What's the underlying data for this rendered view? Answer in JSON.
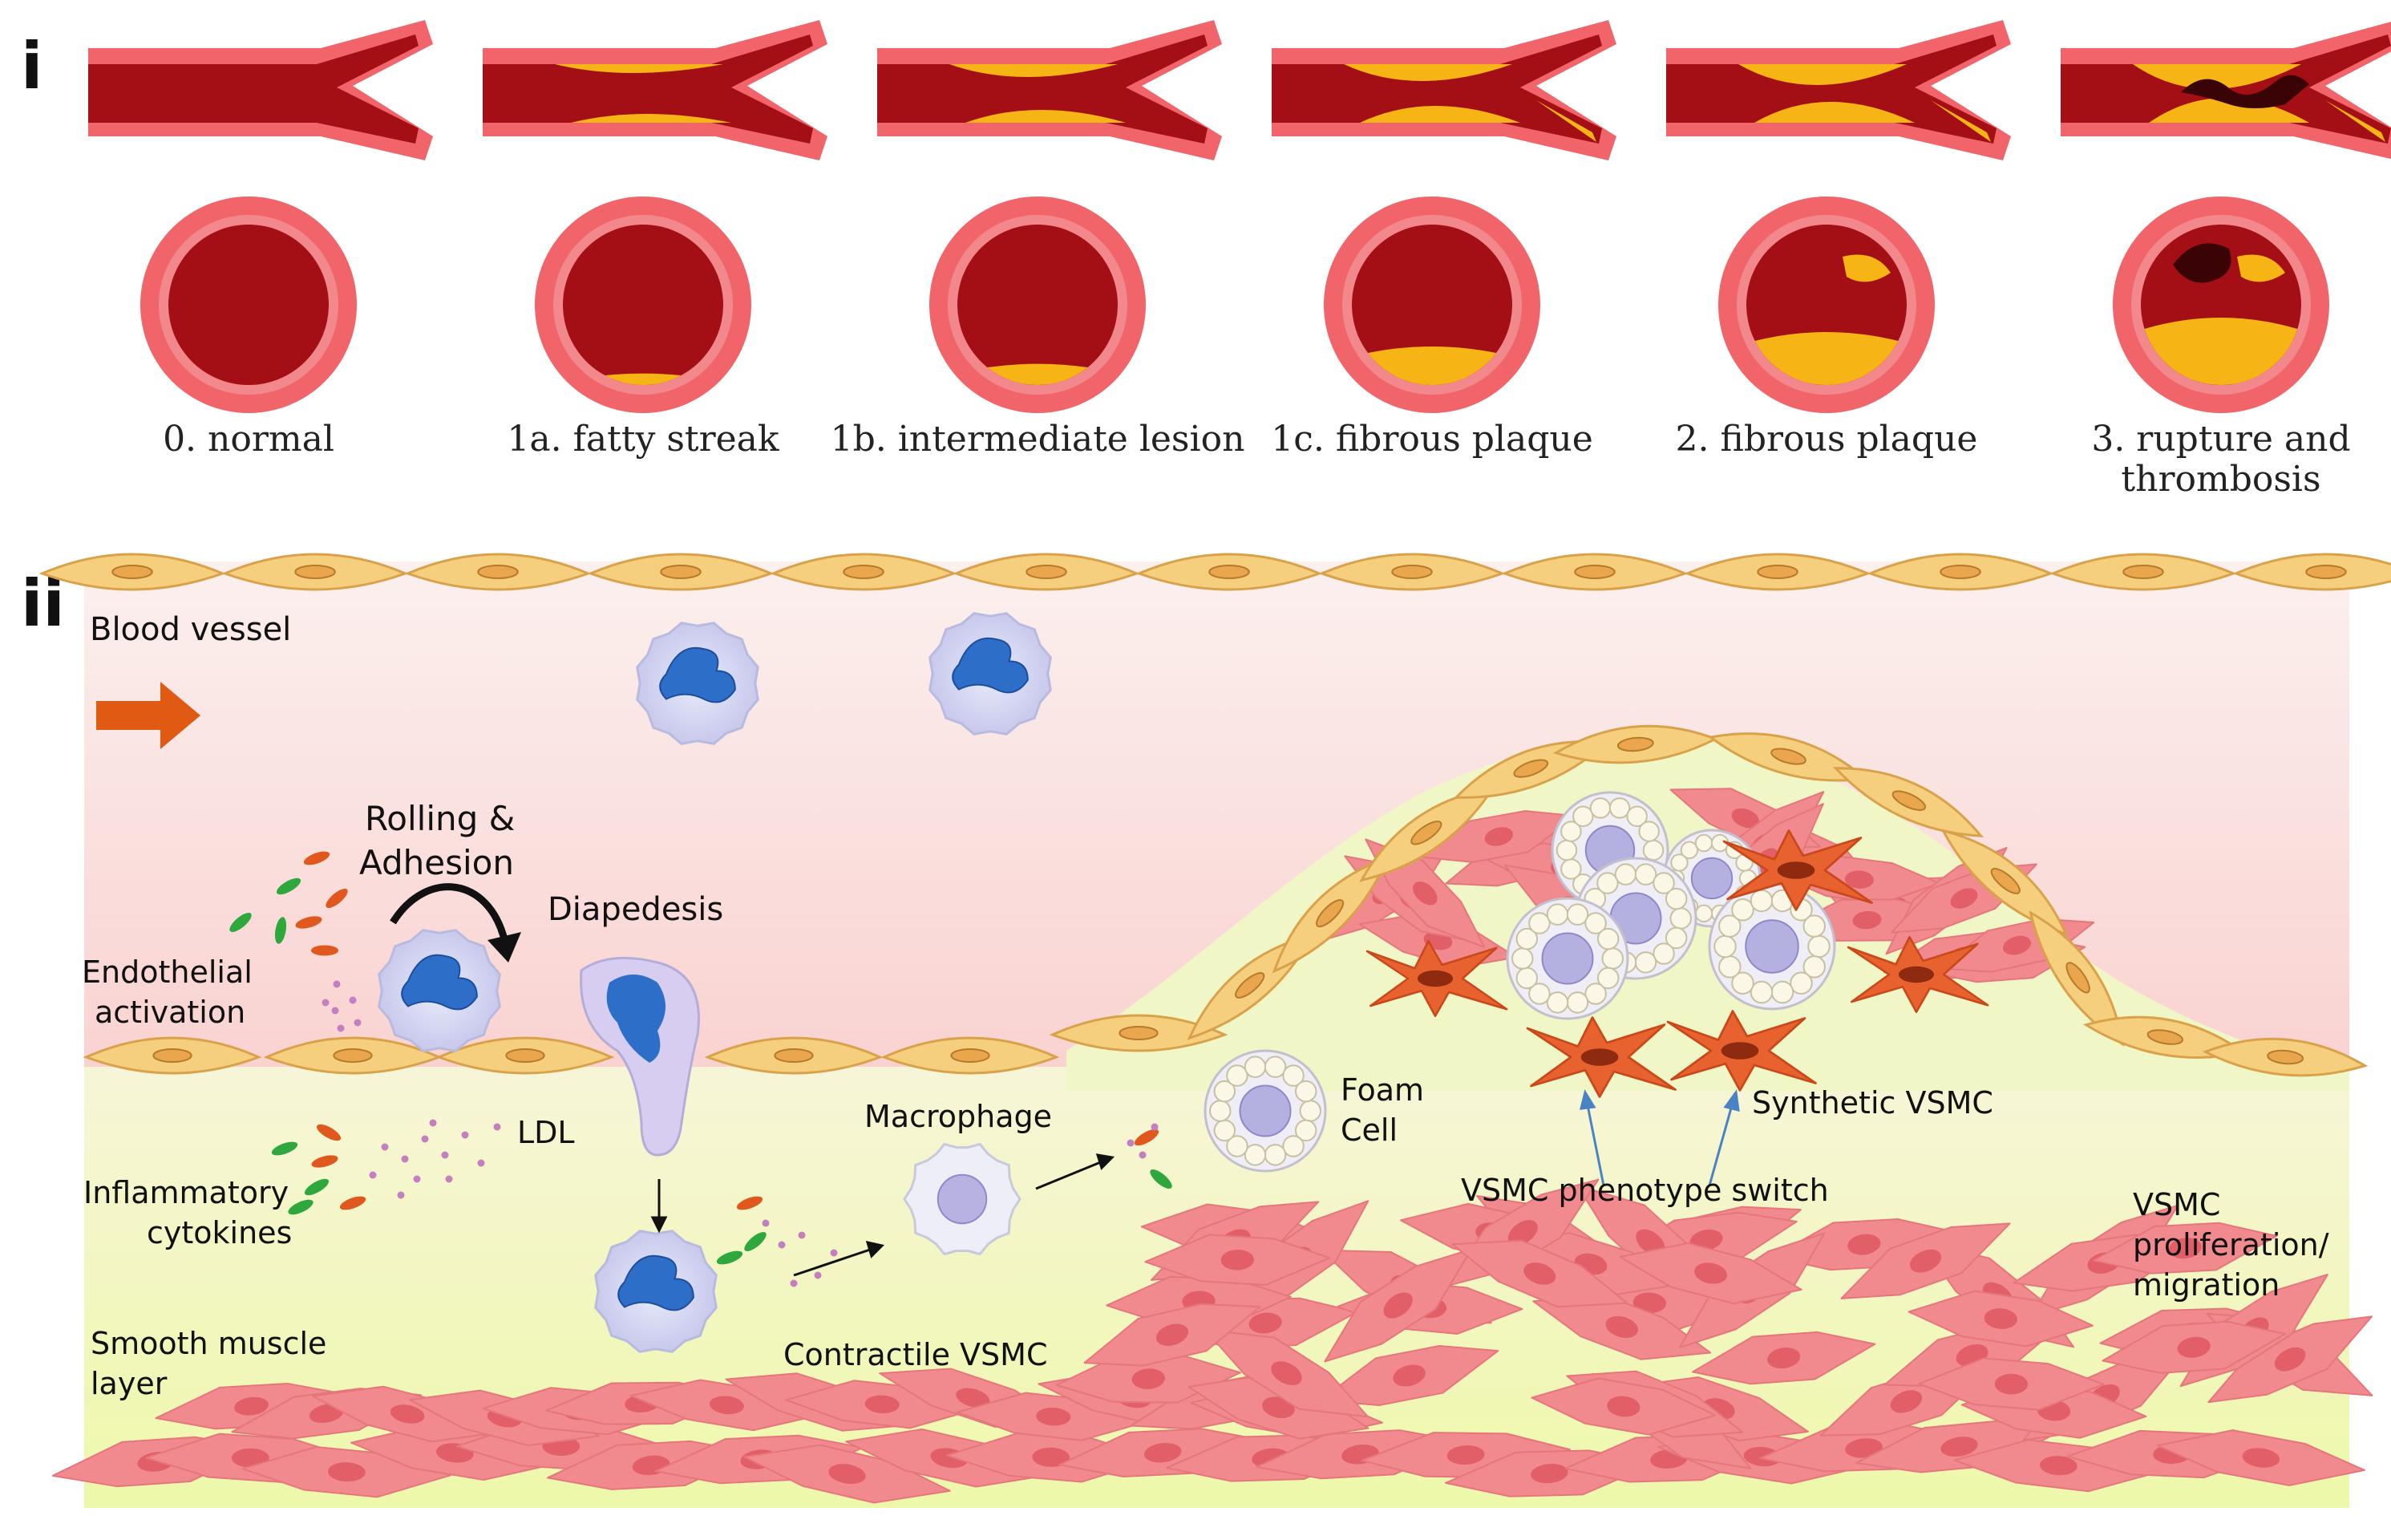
{
  "panel_i": {
    "label": "i",
    "stages": [
      {
        "label_lines": [
          "0. normal"
        ],
        "plaque": 0
      },
      {
        "label_lines": [
          "1a. fatty streak"
        ],
        "plaque": 1
      },
      {
        "label_lines": [
          "1b. intermediate lesion"
        ],
        "plaque": 2
      },
      {
        "label_lines": [
          "1c. fibrous plaque"
        ],
        "plaque": 3
      },
      {
        "label_lines": [
          "2. fibrous plaque"
        ],
        "plaque": 4
      },
      {
        "label_lines": [
          "3. rupture and",
          "thrombosis"
        ],
        "plaque": 5
      }
    ]
  },
  "panel_ii": {
    "label": "ii",
    "labels": {
      "blood_vessel": "Blood vessel",
      "rolling_1": "Rolling &",
      "rolling_2": "Adhesion",
      "diapedesis": "Diapedesis",
      "endothelial_1": "Endothelial",
      "endothelial_2": "activation",
      "ldl": "LDL",
      "inflammatory_1": "Inflammatory",
      "inflammatory_2": "cytokines",
      "macrophage": "Macrophage",
      "foam_1": "Foam",
      "foam_2": "Cell",
      "synthetic_vsmc": "Synthetic VSMC",
      "phenotype_switch": "VSMC phenotype switch",
      "proliferation_1": "VSMC",
      "proliferation_2": "proliferation/",
      "proliferation_3": "migration",
      "smooth_1": "Smooth muscle",
      "smooth_2": "layer",
      "contractile_vsmc": "Contractile VSMC"
    }
  },
  "colors": {
    "vessel_outer": "#f0646a",
    "vessel_dark": "#8e0f12",
    "blood": "#a30f14",
    "plaque": "#f6b514",
    "thrombus": "#3a0406",
    "endothelial": "#f6cf7e",
    "endothelial_nucleus": "#e9a64c",
    "smc": "#f08a8e",
    "smc_nucleus": "#e25f67",
    "synthetic_vsmc": "#e8622f",
    "leukocyte_body": "#dadcf4",
    "leukocyte_nucleus": "#2d6fc8",
    "flow_arrow": "#e05a14",
    "cytokine_green": "#2ea83c",
    "cytokine_orange": "#e0581e",
    "ldl_dot": "#c47fc0",
    "pointer_arrow": "#4a83c4"
  }
}
